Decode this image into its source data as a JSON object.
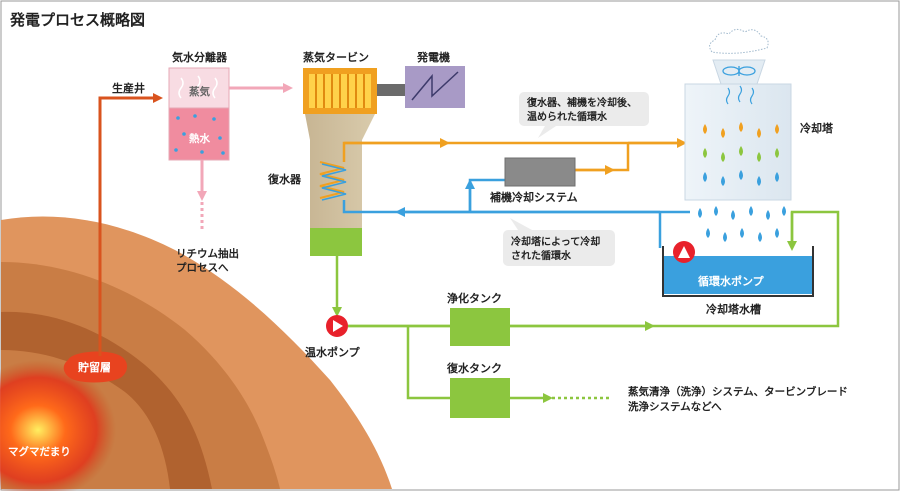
{
  "title": "発電プロセス概略図",
  "labels": {
    "production_well": "生産井",
    "separator": "気水分離器",
    "steam": "蒸気",
    "hot_water": "熱水",
    "lithium_line1": "リチウム抽出",
    "lithium_line2": "プロセスへ",
    "turbine": "蒸気タービン",
    "generator": "発電機",
    "condenser": "復水器",
    "callout_top_line1": "復水器、補機を冷却後、",
    "callout_top_line2": "温められた循環水",
    "aux_cooling": "補機冷却システム",
    "callout_bottom_line1": "冷却塔によって冷却",
    "callout_bottom_line2": "された循環水",
    "cooling_tower": "冷却塔",
    "circ_pump": "循環水ポンプ",
    "tower_basin": "冷却塔水槽",
    "purify_tank": "浄化タンク",
    "hot_well_pump": "温水ポンプ",
    "condensate_tank": "復水タンク",
    "uses_line1": "蒸気清浄（洗浄）システム、タービンブレード",
    "uses_line2": "洗浄システムなどへ",
    "reservoir": "貯留層",
    "magma": "マグマだまり"
  },
  "colors": {
    "steam_line": "#f2a7b8",
    "hot_line": "#f0a020",
    "cool_line": "#3aa0de",
    "green_line": "#8cc63f",
    "well_line": "#d9531e"
  }
}
